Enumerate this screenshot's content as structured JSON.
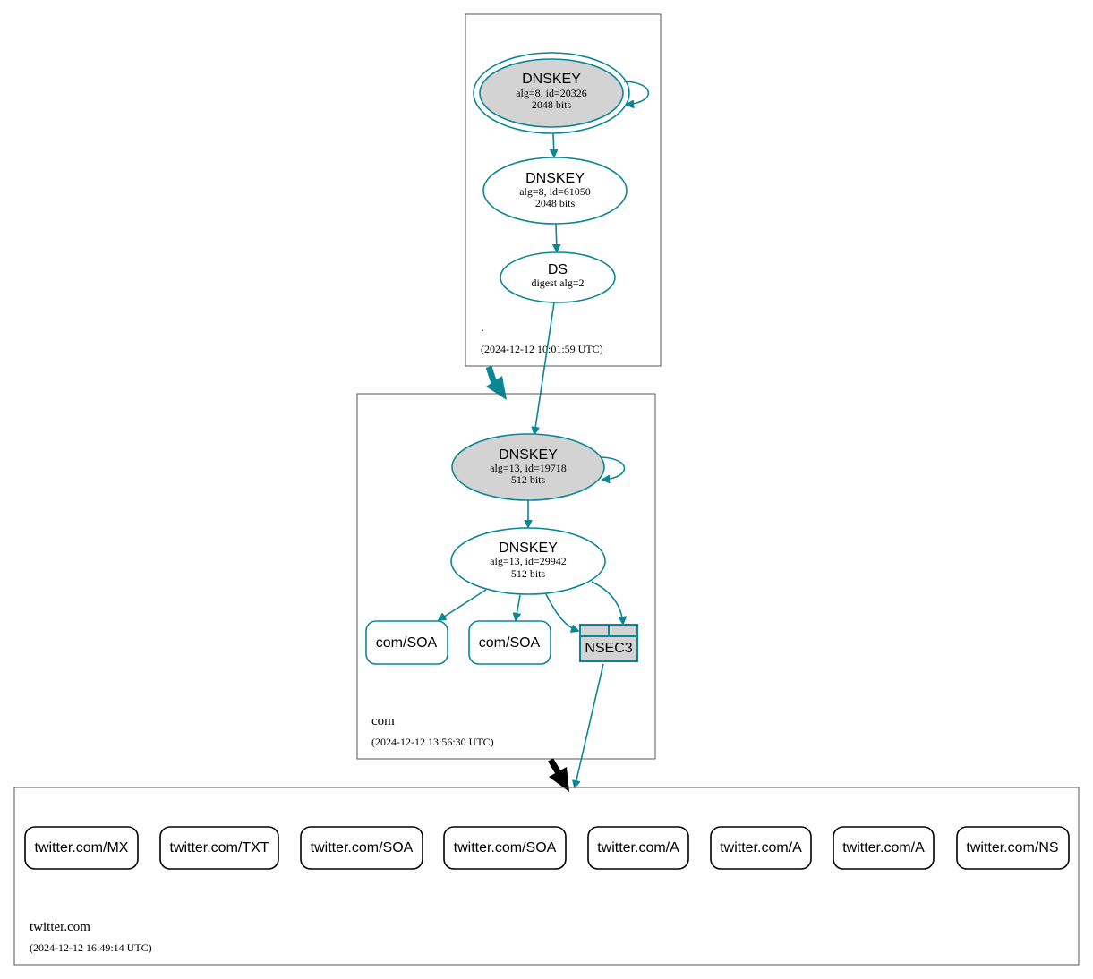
{
  "zones": {
    "root": {
      "name": ".",
      "timestamp": "(2024-12-12 10:01:59 UTC)",
      "ksk": {
        "title": "DNSKEY",
        "line1": "alg=8, id=20326",
        "line2": "2048 bits"
      },
      "zsk": {
        "title": "DNSKEY",
        "line1": "alg=8, id=61050",
        "line2": "2048 bits"
      },
      "ds": {
        "title": "DS",
        "line1": "digest alg=2"
      }
    },
    "com": {
      "name": "com",
      "timestamp": "(2024-12-12 13:56:30 UTC)",
      "ksk": {
        "title": "DNSKEY",
        "line1": "alg=13, id=19718",
        "line2": "512 bits"
      },
      "zsk": {
        "title": "DNSKEY",
        "line1": "alg=13, id=29942",
        "line2": "512 bits"
      },
      "rrsets": [
        "com/SOA",
        "com/SOA"
      ],
      "nsec3": "NSEC3"
    },
    "twitter": {
      "name": "twitter.com",
      "timestamp": "(2024-12-12 16:49:14 UTC)",
      "rrsets": [
        "twitter.com/MX",
        "twitter.com/TXT",
        "twitter.com/SOA",
        "twitter.com/SOA",
        "twitter.com/A",
        "twitter.com/A",
        "twitter.com/A",
        "twitter.com/NS"
      ]
    }
  },
  "colors": {
    "secure_edge": "#0a8695",
    "key_fill_ksk": "#d3d3d3",
    "delegation_insecure": "#000000",
    "zone_border": "#555555"
  }
}
